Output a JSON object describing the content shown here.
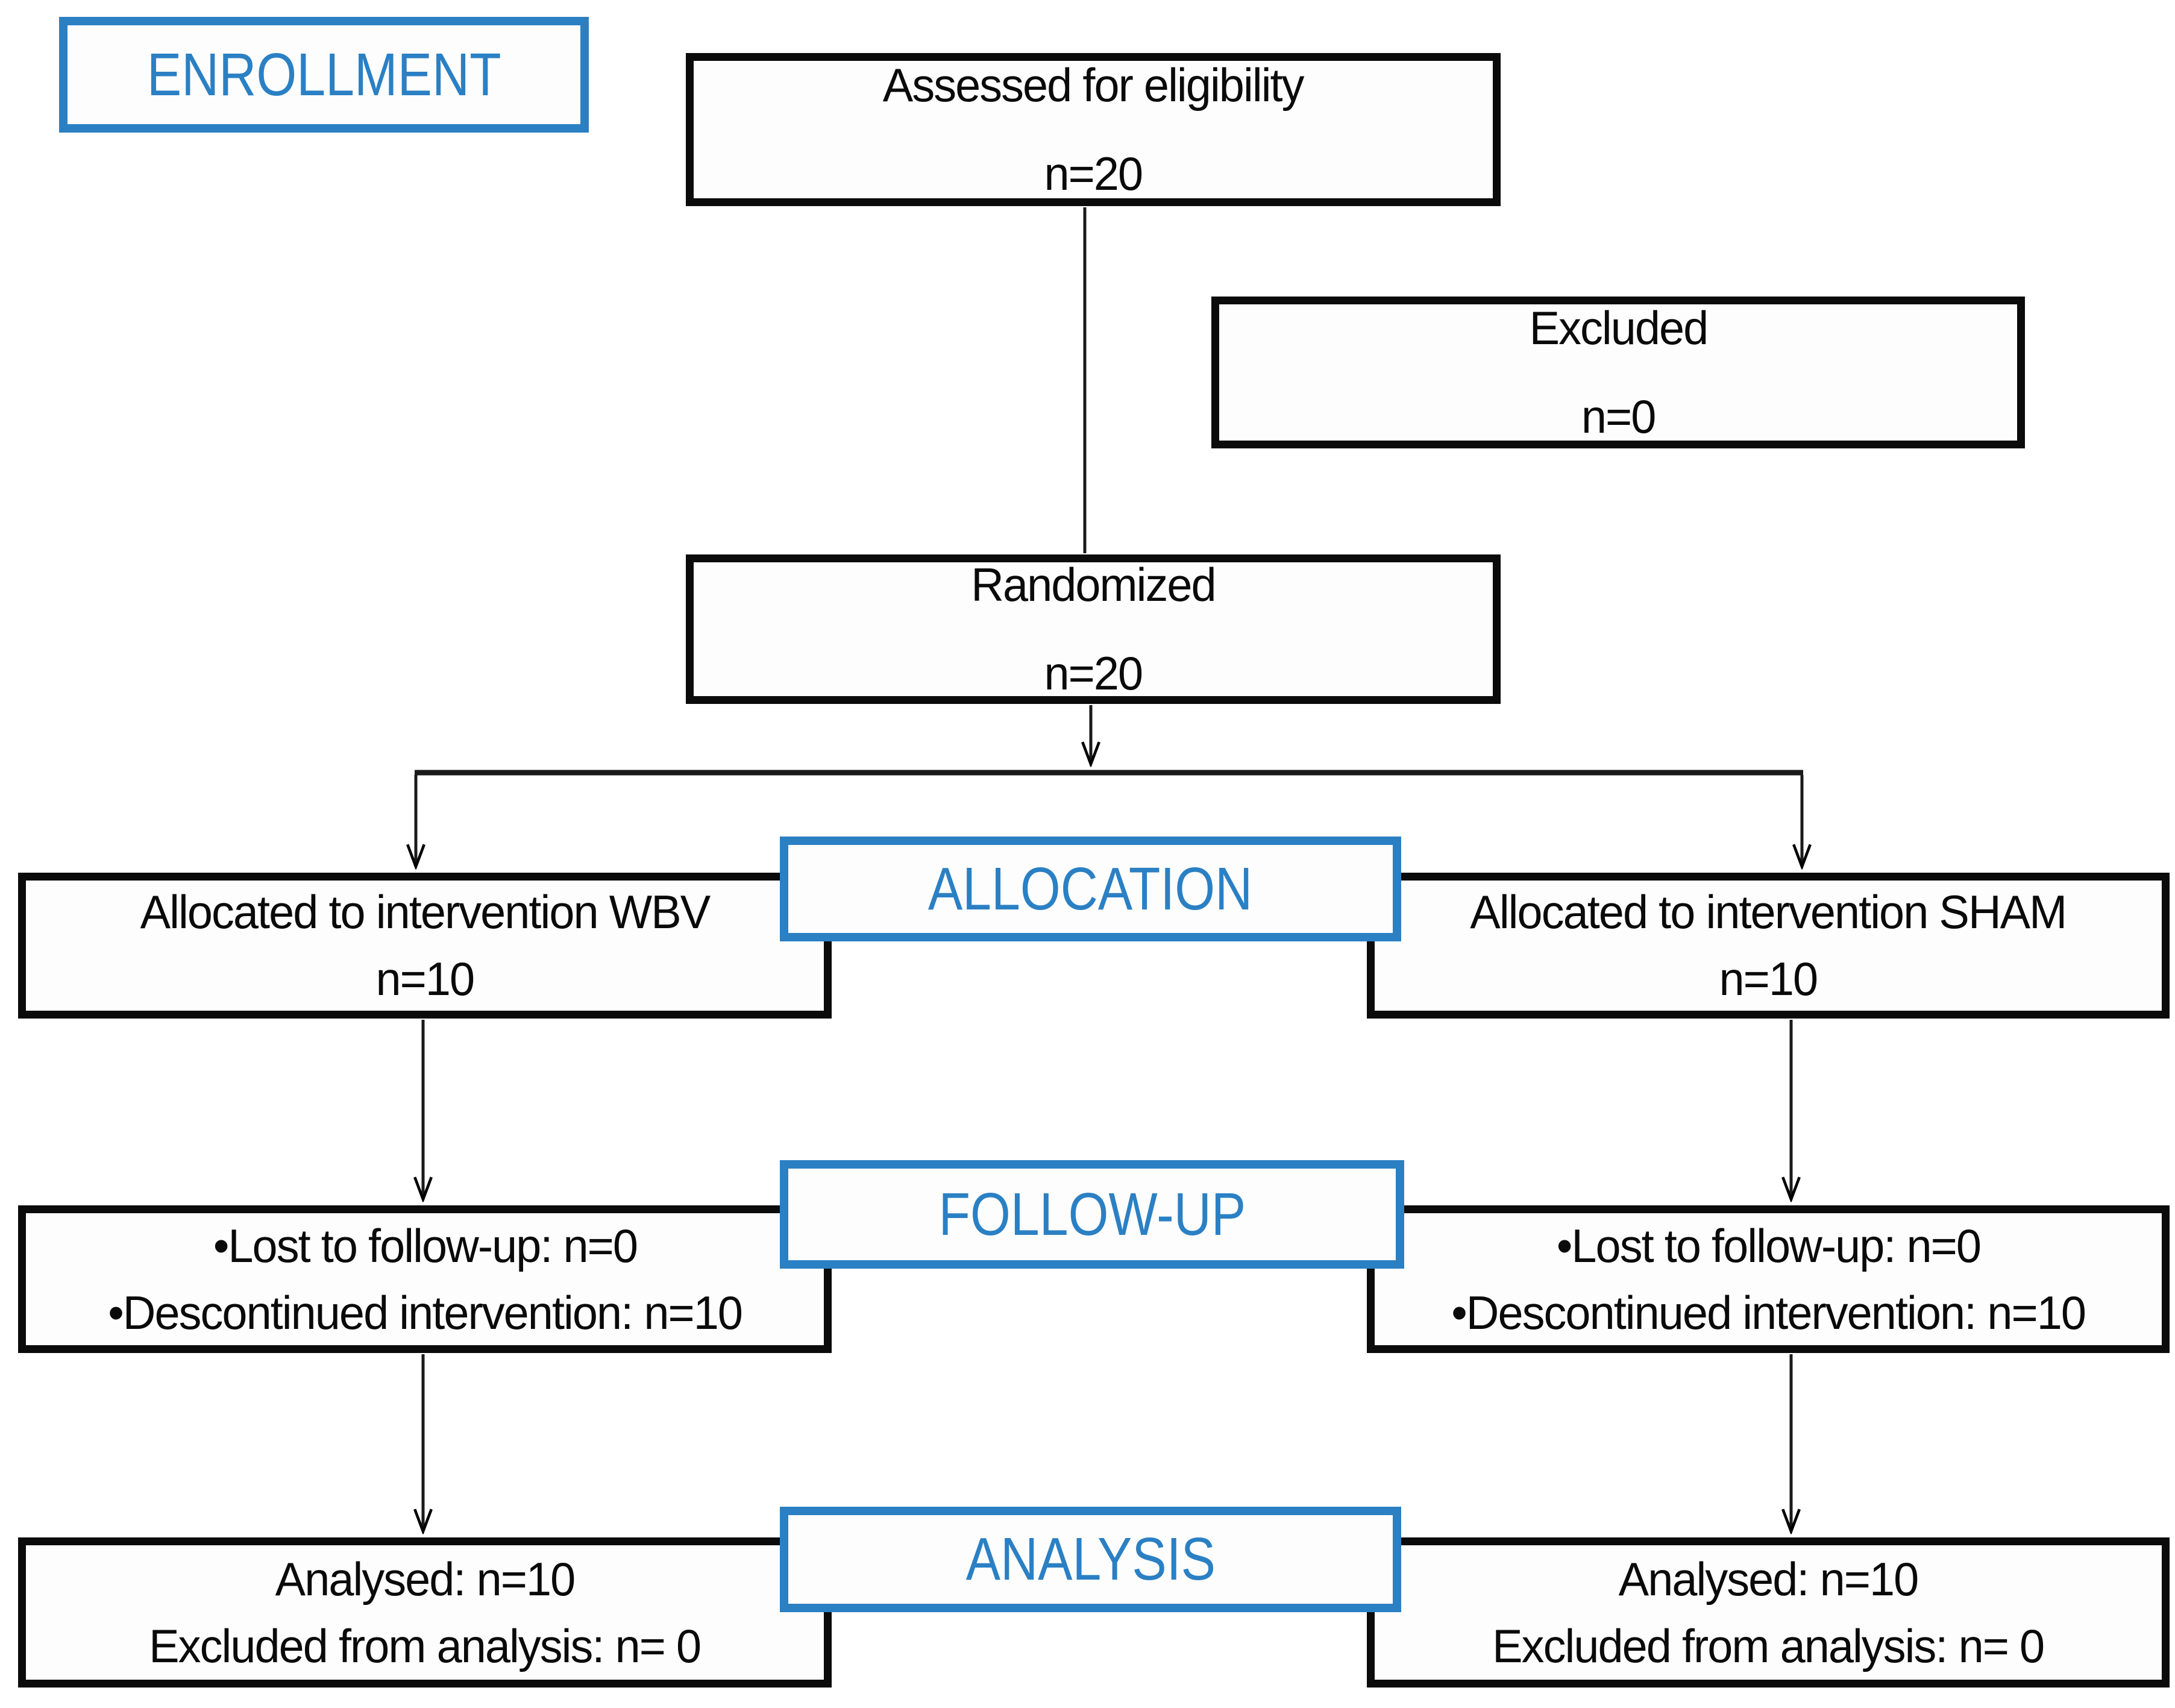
{
  "colors": {
    "accent_blue": "#2b80c4",
    "box_border": "#000000",
    "background": "#ffffff"
  },
  "stage_labels": {
    "enrollment": "ENROLLMENT",
    "allocation": "ALLOCATION",
    "followup": "FOLLOW-UP",
    "analysis": "ANALYSIS"
  },
  "boxes": {
    "assessed": {
      "line1": "Assessed for eligibility",
      "line2": "n=20"
    },
    "excluded": {
      "line1": "Excluded",
      "line2": "n=0"
    },
    "randomized": {
      "line1": "Randomized",
      "line2": "n=20"
    },
    "alloc_left": {
      "line1": "Allocated to intervention WBV",
      "line2": "n=10"
    },
    "alloc_right": {
      "line1": "Allocated to intervention SHAM",
      "line2": "n=10"
    },
    "followup_left": {
      "line1": "•Lost to follow-up: n=0",
      "line2": "•Descontinued intervention: n=10"
    },
    "followup_right": {
      "line1": "•Lost to follow-up: n=0",
      "line2": "•Descontinued intervention: n=10"
    },
    "analysis_left": {
      "line1": "Analysed: n=10",
      "line2": "Excluded from analysis: n= 0"
    },
    "analysis_right": {
      "line1": "Analysed: n=10",
      "line2": "Excluded from analysis: n= 0"
    }
  }
}
